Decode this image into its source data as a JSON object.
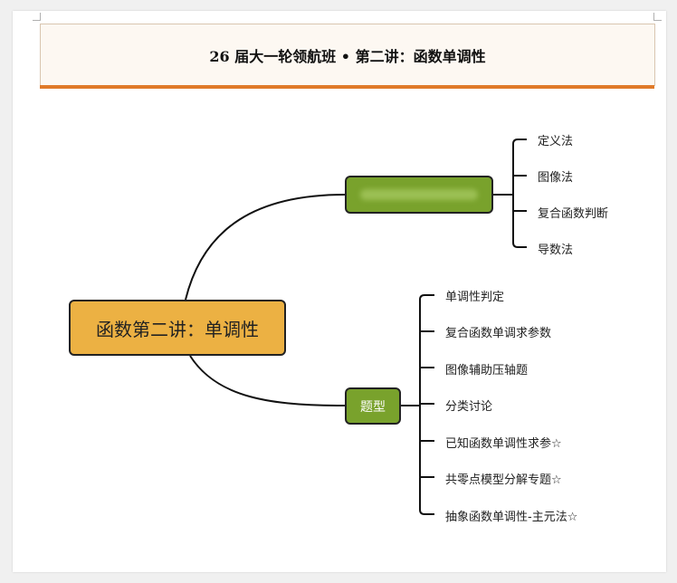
{
  "header": {
    "title": "26 届大一轮领航班 • 第二讲：函数单调性"
  },
  "mindmap": {
    "root": "函数第二讲：单调性",
    "branch_methods": {
      "label": "",
      "children": [
        "定义法",
        "图像法",
        "复合函数判断",
        "导数法"
      ]
    },
    "branch_types": {
      "label": "题型",
      "children": [
        "单调性判定",
        "复合函数单调求参数",
        "图像辅助压轴题",
        "分类讨论",
        "已知函数单调性求参☆",
        "共零点模型分解专题☆",
        "抽象函数单调性-主元法☆"
      ]
    }
  },
  "colors": {
    "root": "#ecb143",
    "branch": "#79a22c",
    "accent_bar": "#e07b2a"
  }
}
